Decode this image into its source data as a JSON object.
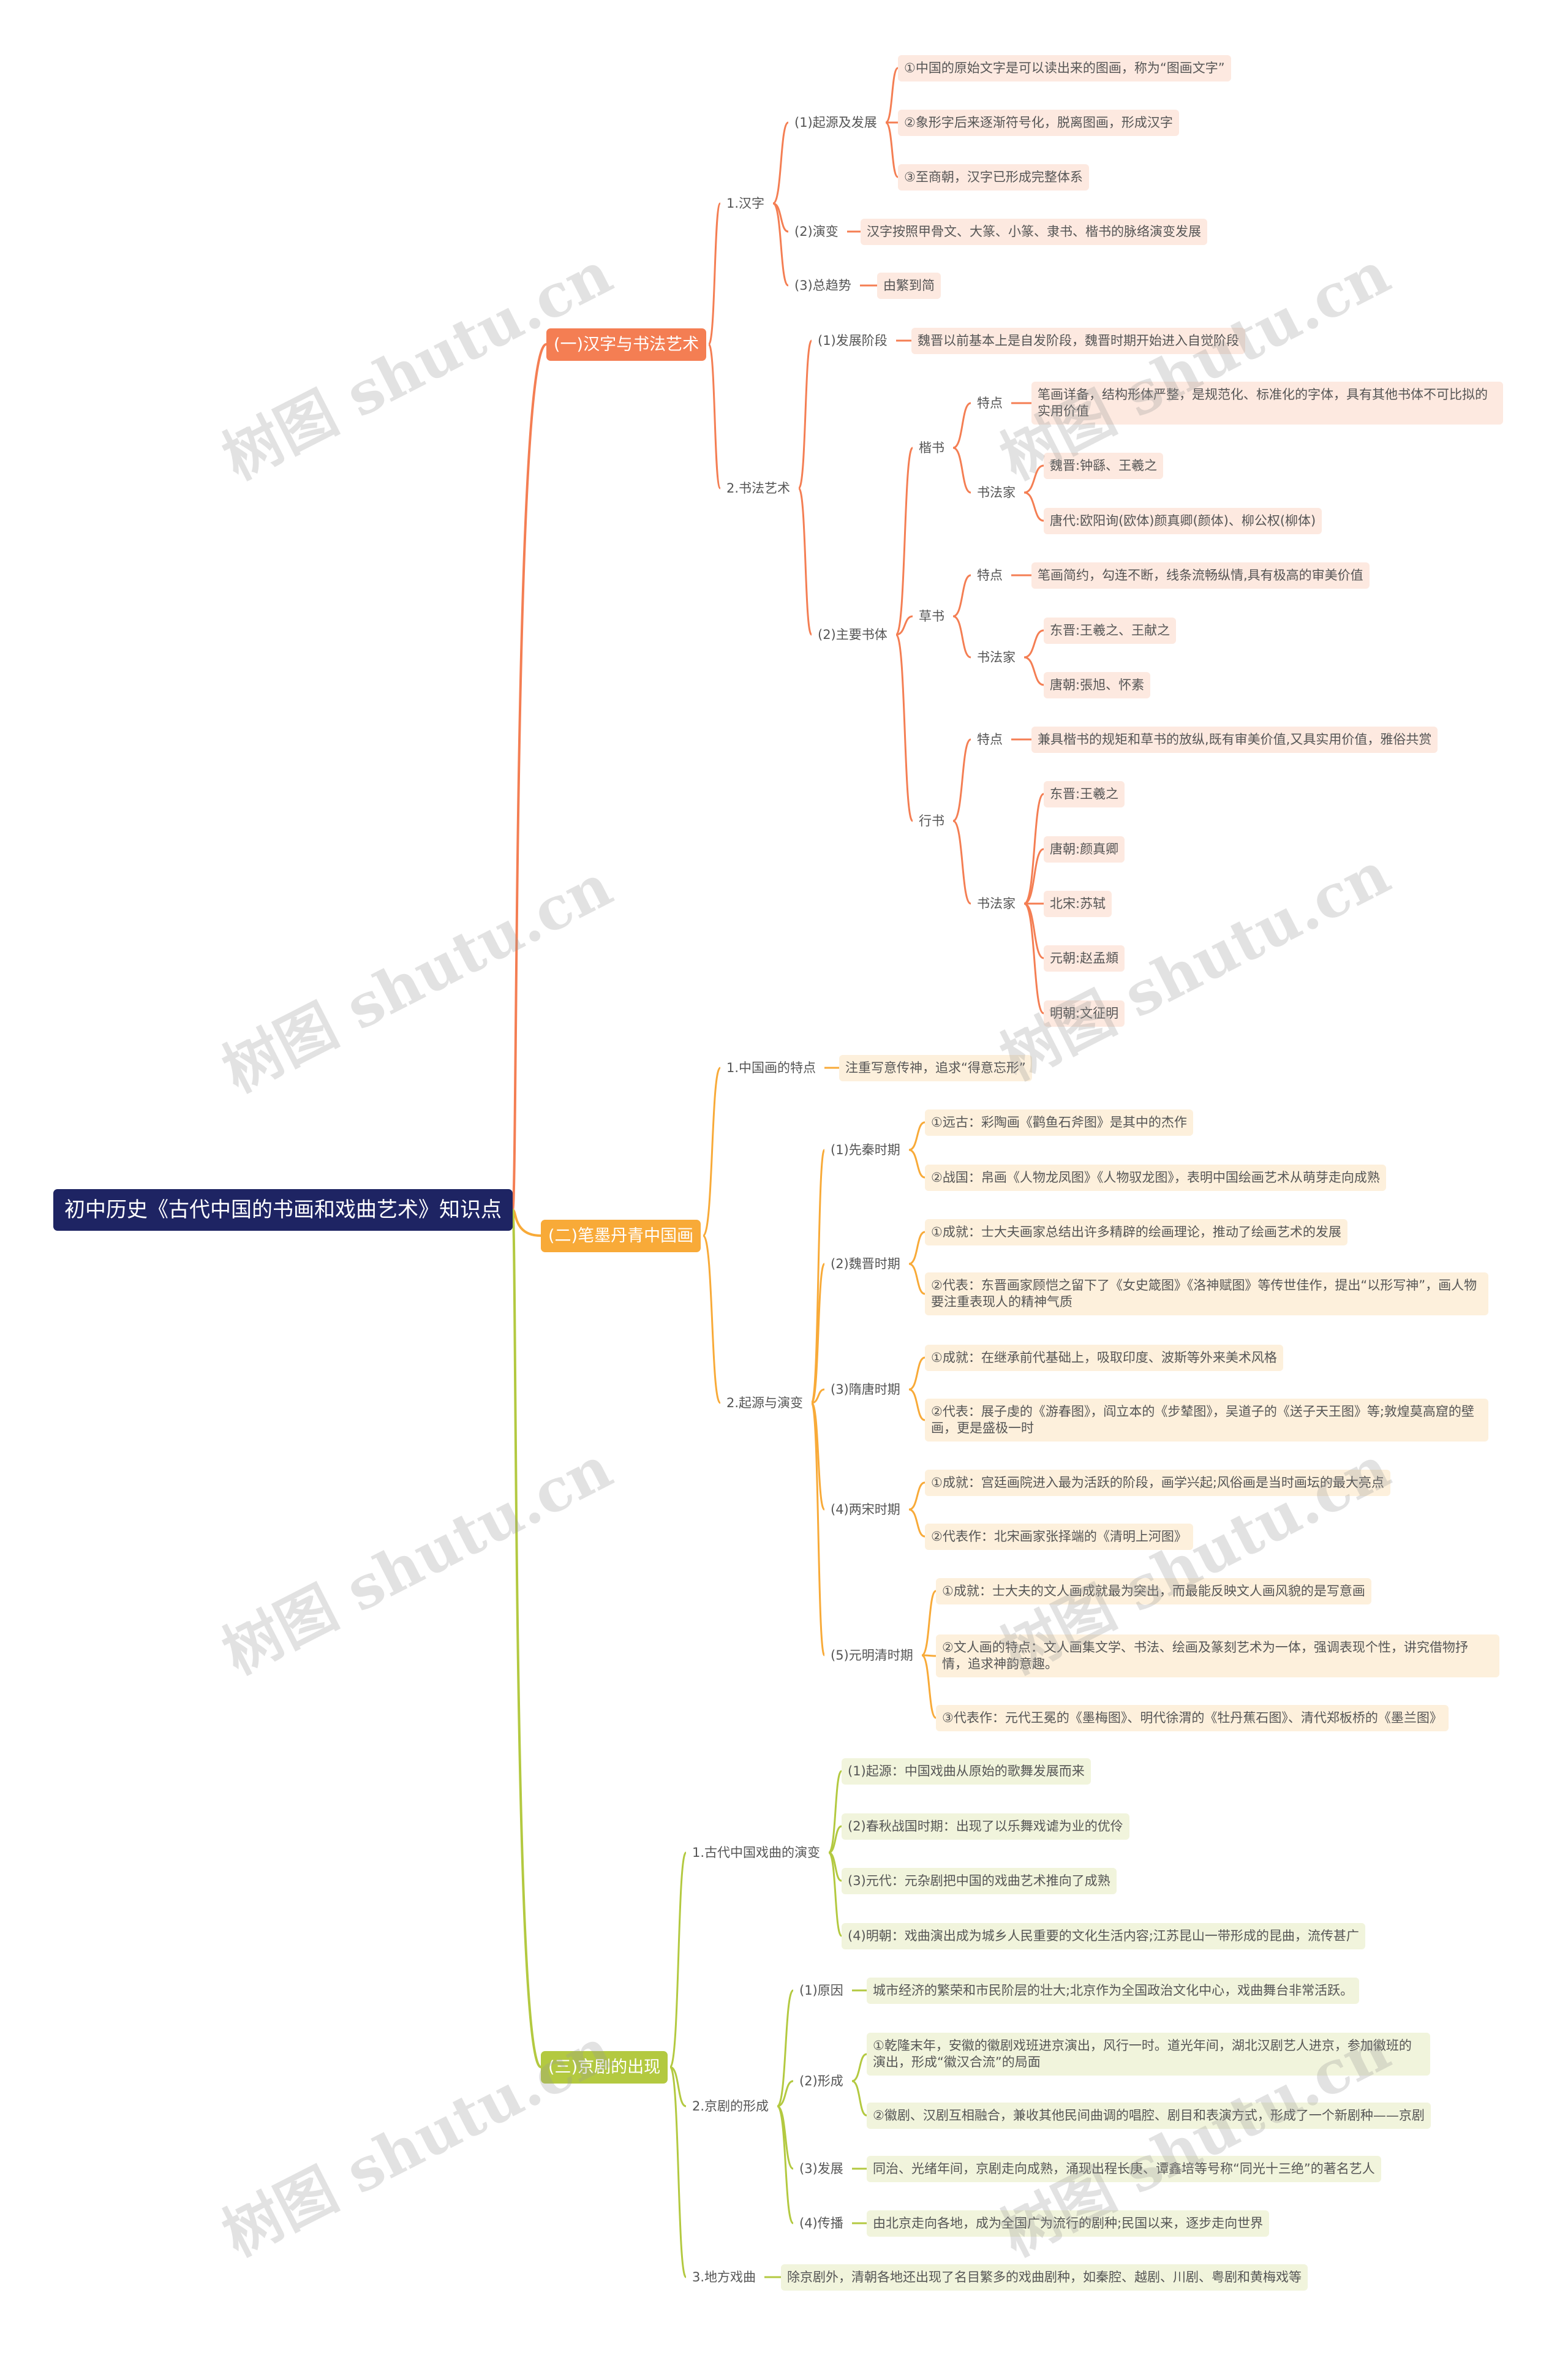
{
  "watermark": "树图 shutu.cn",
  "colors": {
    "root": "#1e2463",
    "branch1": "#f47e53",
    "branch2": "#f8aa38",
    "branch3": "#b3c940",
    "line1": "#f47e53",
    "line2": "#f8aa38",
    "line3": "#b3c940"
  },
  "map": {
    "text": "初中历史《古代中国的书画和戏曲艺术》知识点",
    "children": [
      {
        "text": "(一)汉字与书法艺术",
        "children": [
          {
            "text": "1.汉字",
            "children": [
              {
                "text": "(1)起源及发展",
                "children": [
                  {
                    "text": "①中国的原始文字是可以读出来的图画，称为“图画文字”"
                  },
                  {
                    "text": "②象形字后来逐渐符号化，脱离图画，形成汉字"
                  },
                  {
                    "text": "③至商朝，汉字已形成完整体系"
                  }
                ]
              },
              {
                "text": "(2)演变",
                "children": [
                  {
                    "text": "汉字按照甲骨文、大篆、小篆、隶书、楷书的脉络演变发展"
                  }
                ]
              },
              {
                "text": "(3)总趋势",
                "children": [
                  {
                    "text": "由繁到简"
                  }
                ]
              }
            ]
          },
          {
            "text": "2.书法艺术",
            "children": [
              {
                "text": "(1)发展阶段",
                "children": [
                  {
                    "text": "魏晋以前基本上是自发阶段，魏晋时期开始进入自觉阶段"
                  }
                ]
              },
              {
                "text": "(2)主要书体",
                "children": [
                  {
                    "text": "楷书",
                    "children": [
                      {
                        "text": "特点",
                        "children": [
                          {
                            "text": "笔画详备，结构形体严整，是规范化、标准化的字体，具有其他书体不可比拟的实用价值"
                          }
                        ]
                      },
                      {
                        "text": "书法家",
                        "children": [
                          {
                            "text": "魏晋:钟繇、王羲之"
                          },
                          {
                            "text": "唐代:欧阳询(欧体)颜真卿(颜体)、柳公权(柳体)"
                          }
                        ]
                      }
                    ]
                  },
                  {
                    "text": "草书",
                    "children": [
                      {
                        "text": "特点",
                        "children": [
                          {
                            "text": "笔画简约，勾连不断，线条流畅纵情,具有极高的审美价值"
                          }
                        ]
                      },
                      {
                        "text": "书法家",
                        "children": [
                          {
                            "text": "东晋:王羲之、王献之"
                          },
                          {
                            "text": "唐朝:張旭、怀素"
                          }
                        ]
                      }
                    ]
                  },
                  {
                    "text": "行书",
                    "children": [
                      {
                        "text": "特点",
                        "children": [
                          {
                            "text": "兼具楷书的规矩和草书的放纵,既有审美价值,又具实用价值，雅俗共赏"
                          }
                        ]
                      },
                      {
                        "text": "书法家",
                        "children": [
                          {
                            "text": "东晋:王羲之"
                          },
                          {
                            "text": "唐朝:颜真卿"
                          },
                          {
                            "text": "北宋:苏轼"
                          },
                          {
                            "text": "元朝:赵孟頫"
                          },
                          {
                            "text": "明朝:文征明"
                          }
                        ]
                      }
                    ]
                  }
                ]
              }
            ]
          }
        ]
      },
      {
        "text": "(二)笔墨丹青中国画",
        "children": [
          {
            "text": "1.中国画的特点",
            "children": [
              {
                "text": "注重写意传神，追求“得意忘形”"
              }
            ]
          },
          {
            "text": "2.起源与演变",
            "children": [
              {
                "text": "(1)先秦时期",
                "children": [
                  {
                    "text": "①远古：彩陶画《鹳鱼石斧图》是其中的杰作"
                  },
                  {
                    "text": "②战国：帛画《人物龙凤图》《人物驭龙图》，表明中国绘画艺术从萌芽走向成熟"
                  }
                ]
              },
              {
                "text": "(2)魏晋时期",
                "children": [
                  {
                    "text": "①成就：士大夫画家总结出许多精辟的绘画理论，推动了绘画艺术的发展"
                  },
                  {
                    "text": "②代表：东晋画家顾恺之留下了《女史箴图》《洛神赋图》等传世佳作，提出“以形写神”，画人物要注重表现人的精神气质"
                  }
                ]
              },
              {
                "text": "(3)隋唐时期",
                "children": [
                  {
                    "text": "①成就：在继承前代基础上，吸取印度、波斯等外来美术风格"
                  },
                  {
                    "text": "②代表：展子虔的《游春图》，阎立本的《步辇图》，吴道子的《送子天王图》等;敦煌莫高窟的壁画，更是盛极一时"
                  }
                ]
              },
              {
                "text": "(4)两宋时期",
                "children": [
                  {
                    "text": "①成就：宫廷画院进入最为活跃的阶段，画学兴起;风俗画是当时画坛的最大亮点"
                  },
                  {
                    "text": "②代表作：北宋画家张择端的《清明上河图》"
                  }
                ]
              },
              {
                "text": "(5)元明清时期",
                "children": [
                  {
                    "text": "①成就：士大夫的文人画成就最为突出，而最能反映文人画风貌的是写意画"
                  },
                  {
                    "text": "②文人画的特点：文人画集文学、书法、绘画及篆刻艺术为一体，强调表现个性，讲究借物抒情，追求神韵意趣。"
                  },
                  {
                    "text": "③代表作：元代王冕的《墨梅图》、明代徐渭的《牡丹蕉石图》、清代郑板桥的《墨兰图》"
                  }
                ]
              }
            ]
          }
        ]
      },
      {
        "text": "(三)京剧的出现",
        "children": [
          {
            "text": "1.古代中国戏曲的演变",
            "children": [
              {
                "text": "(1)起源：中国戏曲从原始的歌舞发展而来"
              },
              {
                "text": "(2)春秋战国时期：出现了以乐舞戏谑为业的优伶"
              },
              {
                "text": "(3)元代：元杂剧把中国的戏曲艺术推向了成熟"
              },
              {
                "text": "(4)明朝：戏曲演出成为城乡人民重要的文化生活内容;江苏昆山一带形成的昆曲，流传甚广"
              }
            ]
          },
          {
            "text": "2.京剧的形成",
            "children": [
              {
                "text": "(1)原因",
                "children": [
                  {
                    "text": "城市经济的繁荣和市民阶层的壮大;北京作为全国政治文化中心，戏曲舞台非常活跃。"
                  }
                ]
              },
              {
                "text": "(2)形成",
                "children": [
                  {
                    "text": "①乾隆末年，安徽的徽剧戏班进京演出，风行一时。道光年间，湖北汉剧艺人进京，参加徽班的演出，形成“徽汉合流”的局面"
                  },
                  {
                    "text": "②徽剧、汉剧互相融合，兼收其他民间曲调的唱腔、剧目和表演方式，形成了一个新剧种——京剧"
                  }
                ]
              },
              {
                "text": "(3)发展",
                "children": [
                  {
                    "text": "同治、光绪年间，京剧走向成熟，涌现出程长庚、谭鑫培等号称“同光十三绝”的著名艺人"
                  }
                ]
              },
              {
                "text": "(4)传播",
                "children": [
                  {
                    "text": "由北京走向各地，成为全国广为流行的剧种;民国以来，逐步走向世界"
                  }
                ]
              }
            ]
          },
          {
            "text": "3.地方戏曲",
            "children": [
              {
                "text": "除京剧外，清朝各地还出现了名目繁多的戏曲剧种，如秦腔、越剧、川剧、粤剧和黄梅戏等"
              }
            ]
          }
        ]
      }
    ]
  }
}
